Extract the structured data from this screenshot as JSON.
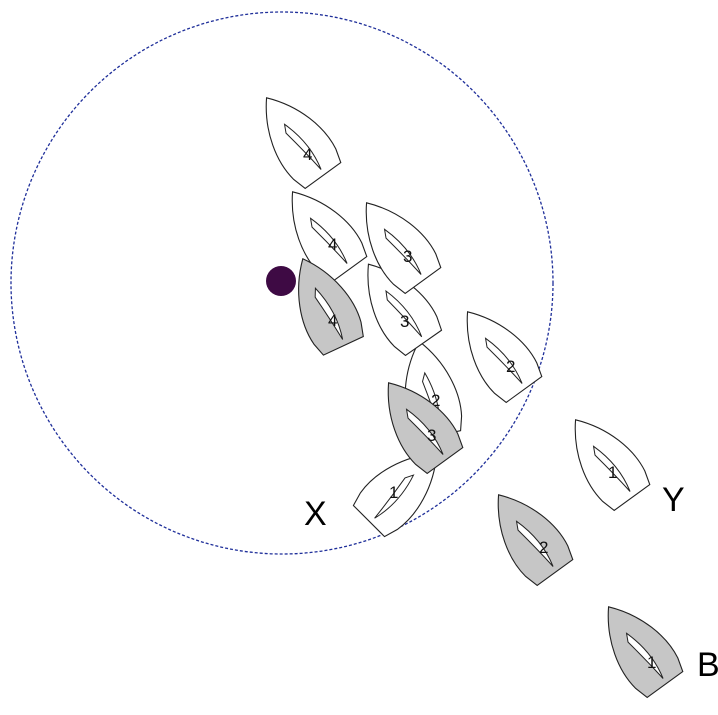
{
  "diagram": {
    "colors": {
      "zone_circle": "#1f2f9a",
      "mark": "#3e0a44",
      "boat_shaded": "#c6c6c6",
      "boat_white": "#ffffff",
      "outline": "#222222"
    },
    "labels": {
      "boat_x": "X",
      "boat_y": "Y",
      "boat_b": "B"
    },
    "boats": [
      {
        "id": "boat-x",
        "shade": "white",
        "positions": [
          "1",
          "2",
          "3",
          "4",
          "4"
        ]
      },
      {
        "id": "boat-y",
        "shade": "white",
        "positions": [
          "1",
          "2",
          "3"
        ]
      },
      {
        "id": "boat-b",
        "shade": "shaded",
        "positions": [
          "1",
          "2",
          "3",
          "4"
        ]
      }
    ]
  }
}
